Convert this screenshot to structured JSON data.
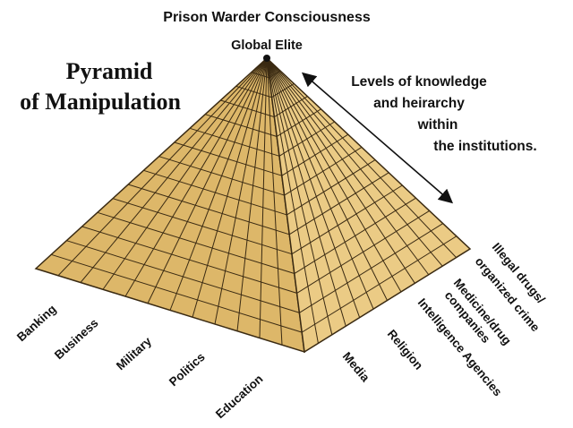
{
  "header": {
    "top_title": "Prison Warder Consciousness",
    "apex_label": "Global Elite"
  },
  "title": {
    "line1": "Pyramid",
    "line2": "of Manipulation"
  },
  "annotation": {
    "line1": "Levels of knowledge",
    "line2": "and heirarchy",
    "line3": "within",
    "line4": "the institutions."
  },
  "left_face_labels": [
    "Banking",
    "Business",
    "Military",
    "Politics",
    "Education"
  ],
  "right_face_labels": [
    "Media",
    "Religion",
    "Intelligence Agencies",
    "Medicine/drug",
    "companies",
    "Illegal drugs/",
    "organized crime"
  ],
  "colors": {
    "left_face": "#ddb769",
    "right_face": "#ebcb85",
    "grid_lines": "#3a2a12",
    "text": "#111111"
  }
}
